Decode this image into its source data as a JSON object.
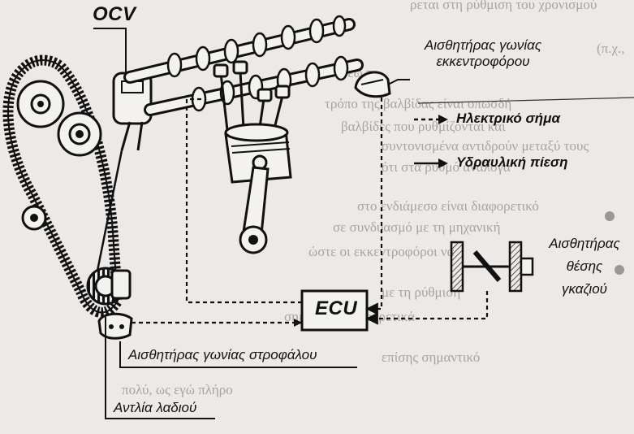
{
  "labels": {
    "ocv": "OCV",
    "camshaft_sensor_line1": "Αισθητήρας γωνίας",
    "camshaft_sensor_line2": "εκκεντροφόρου",
    "electric_signal": "Ηλεκτρικό σήμα",
    "hydraulic_pressure": "Υδραυλική πίεση",
    "throttle_sensor_line1": "Αισθητήρας",
    "throttle_sensor_line2": "θέσης",
    "throttle_sensor_line3": "γκαζιού",
    "ecu": "ECU",
    "crank_sensor": "Αισθητήρας γωνίας στροφάλου",
    "oil_pump": "Αντλία λαδιού"
  },
  "background_text": [
    "ρεται στη ρύθμιση του χρονισμού",
    "(π.χ.,",
    "ρέω τ",
    "τρόπο της βαλβίδας είναι οπωσδή",
    "βαλβίδες που ρυθμίζονται και",
    "συντονισμένα αντιδρούν μεταξύ τους",
    "ότι στα ρυθμό ανάλογα",
    "στο ενδιάμεσο είναι διαφορετικό",
    "σε συνδυασμό με τη μηχανική",
    "ώστε οι εκκεντροφόροι να",
    "με τη ρύθμιση",
    "σημαντικά διαφορετικά",
    "επίσης σημαντικό",
    "πολύ, ως εγώ πλήρο"
  ],
  "colors": {
    "ink": "#111111",
    "paper": "#ece9e6",
    "faded_text": "#6e6c6a"
  }
}
